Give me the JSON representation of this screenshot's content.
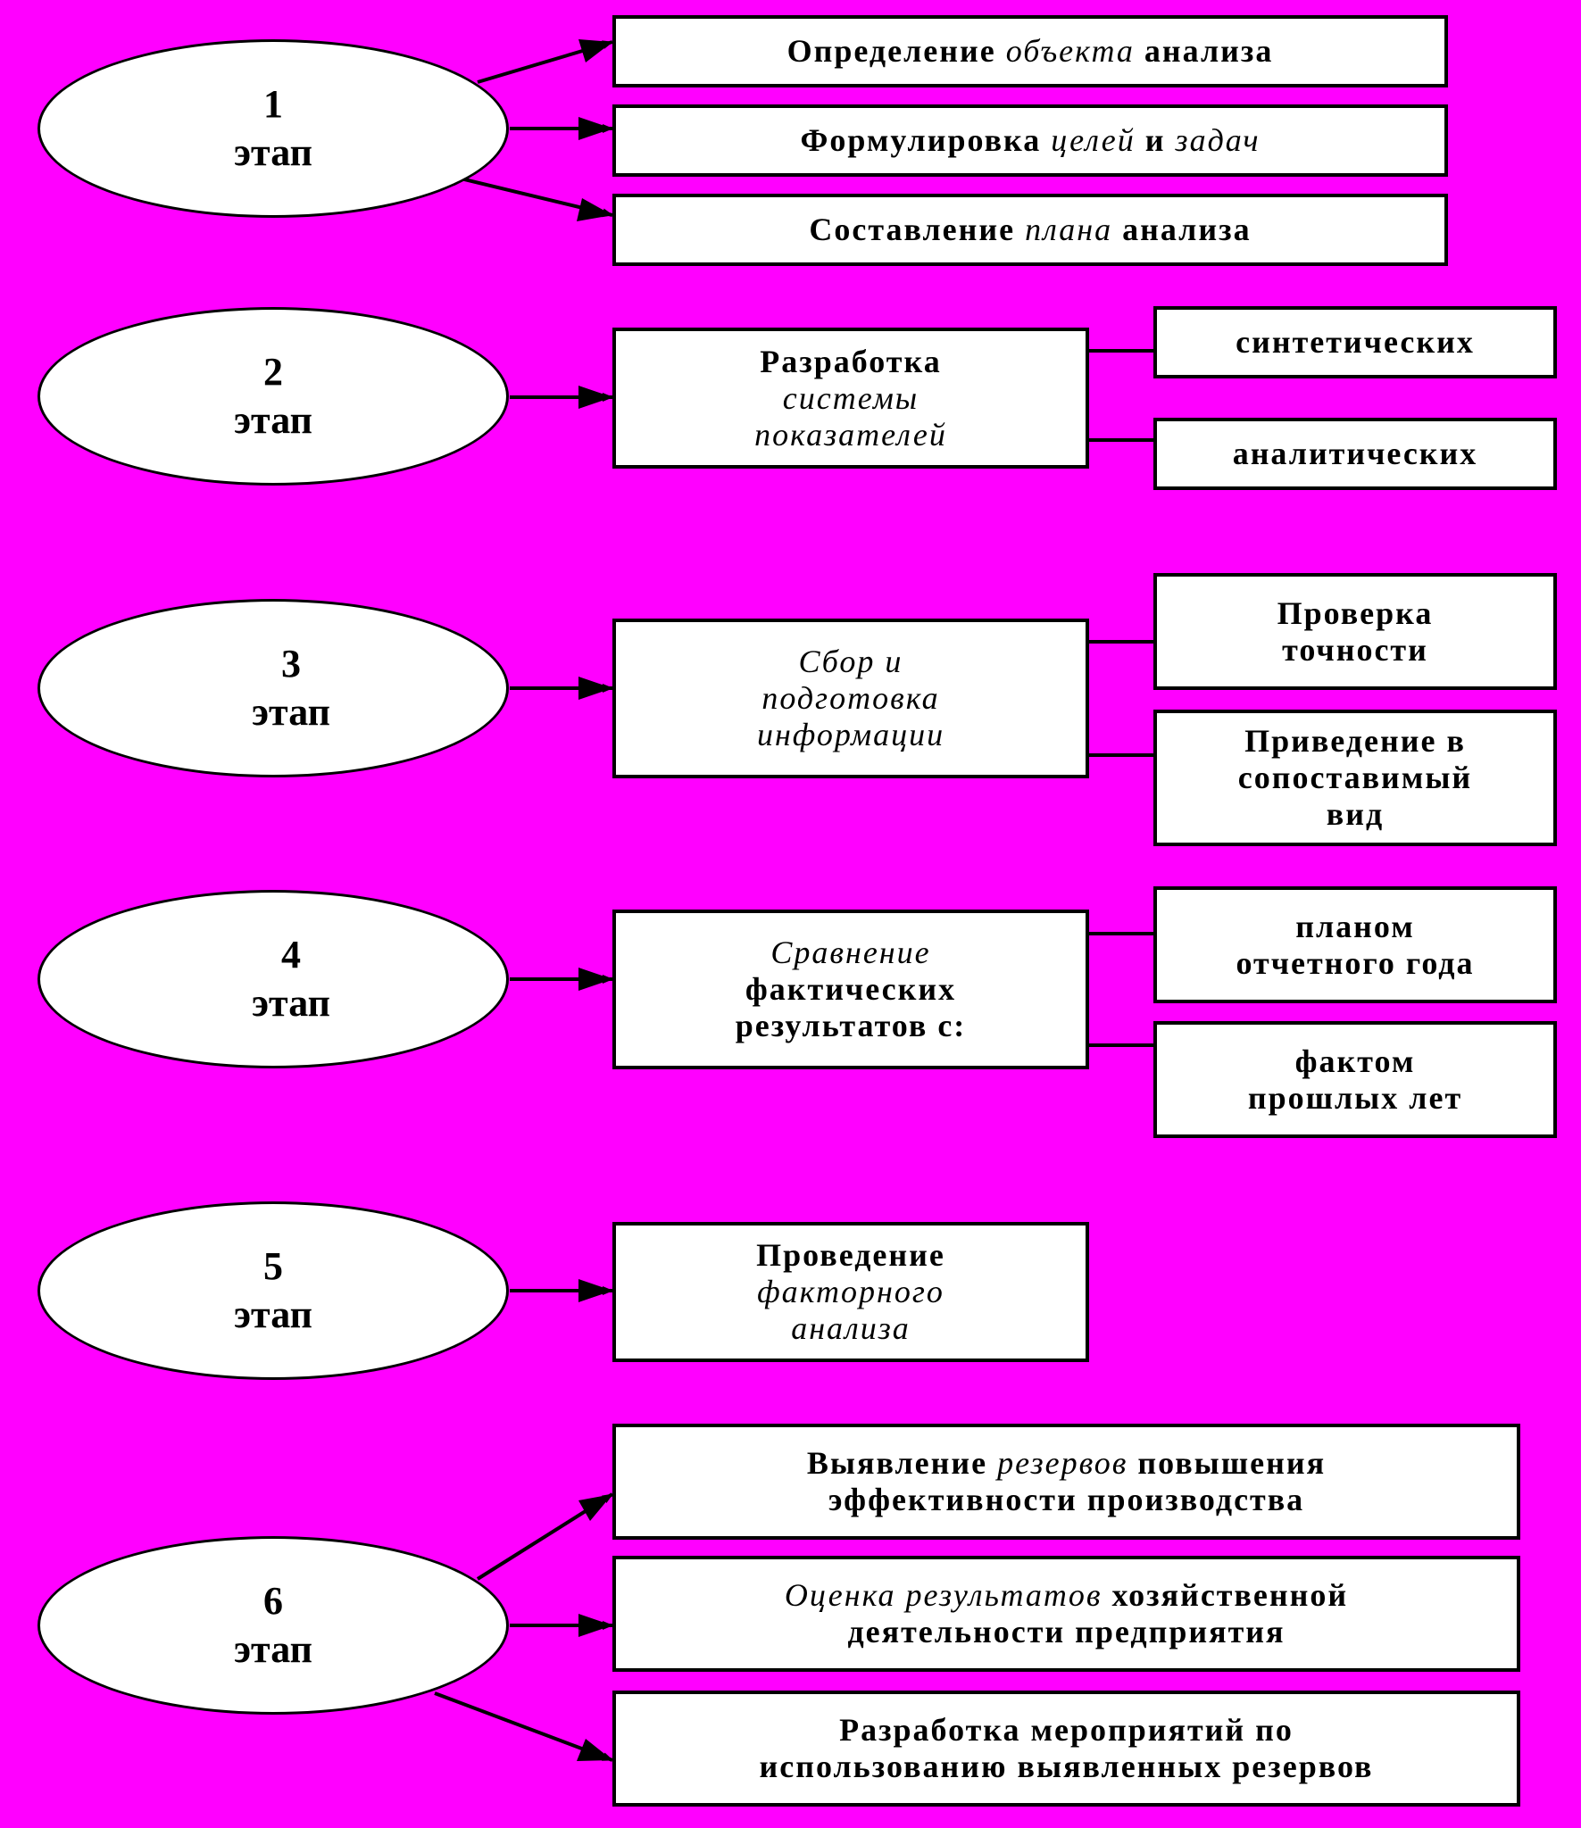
{
  "stages": [
    {
      "number": "1",
      "label": "этап"
    },
    {
      "number": "2",
      "label": "этап"
    },
    {
      "number": "3",
      "label": "этап"
    },
    {
      "number": "4",
      "label": "этап"
    },
    {
      "number": "5",
      "label": "этап"
    },
    {
      "number": "6",
      "label": "этап"
    }
  ],
  "stage1": {
    "b1": {
      "pre": "Определение ",
      "it": "объекта",
      "post": " анализа"
    },
    "b2": {
      "pre": "Формулировка ",
      "it1": "целей",
      "mid": " и ",
      "it2": "задач"
    },
    "b3": {
      "pre": "Составление ",
      "it": "плана",
      "post": " анализа"
    }
  },
  "stage2": {
    "main": {
      "l1": "Разработка",
      "l2": "системы",
      "l3": "показателей"
    },
    "sub1": "синтетических",
    "sub2": "аналитических"
  },
  "stage3": {
    "main": {
      "l1": "Сбор и",
      "l2": "подготовка",
      "l3": "информации"
    },
    "sub1": {
      "l1": "Проверка",
      "l2": "точности"
    },
    "sub2": {
      "l1": "Приведение в",
      "l2": "сопоставимый",
      "l3": "вид"
    }
  },
  "stage4": {
    "main": {
      "l1": "Сравнение",
      "l2": "фактических",
      "l3": "результатов с:"
    },
    "sub1": {
      "l1": "планом",
      "l2": "отчетного года"
    },
    "sub2": {
      "l1": "фактом",
      "l2": "прошлых лет"
    }
  },
  "stage5": {
    "main": {
      "l1": "Проведение",
      "l2": "факторного",
      "l3": "анализа"
    }
  },
  "stage6": {
    "b1": {
      "pre": "Выявление ",
      "it": "резервов",
      "post": " повышения",
      "l2": "эффективности производства"
    },
    "b2": {
      "it": "Оценка результатов",
      "post": " хозяйственной",
      "l2": "деятельности предприятия"
    },
    "b3": {
      "l1": "Разработка мероприятий по",
      "l2": "использованию выявленных резервов"
    }
  }
}
